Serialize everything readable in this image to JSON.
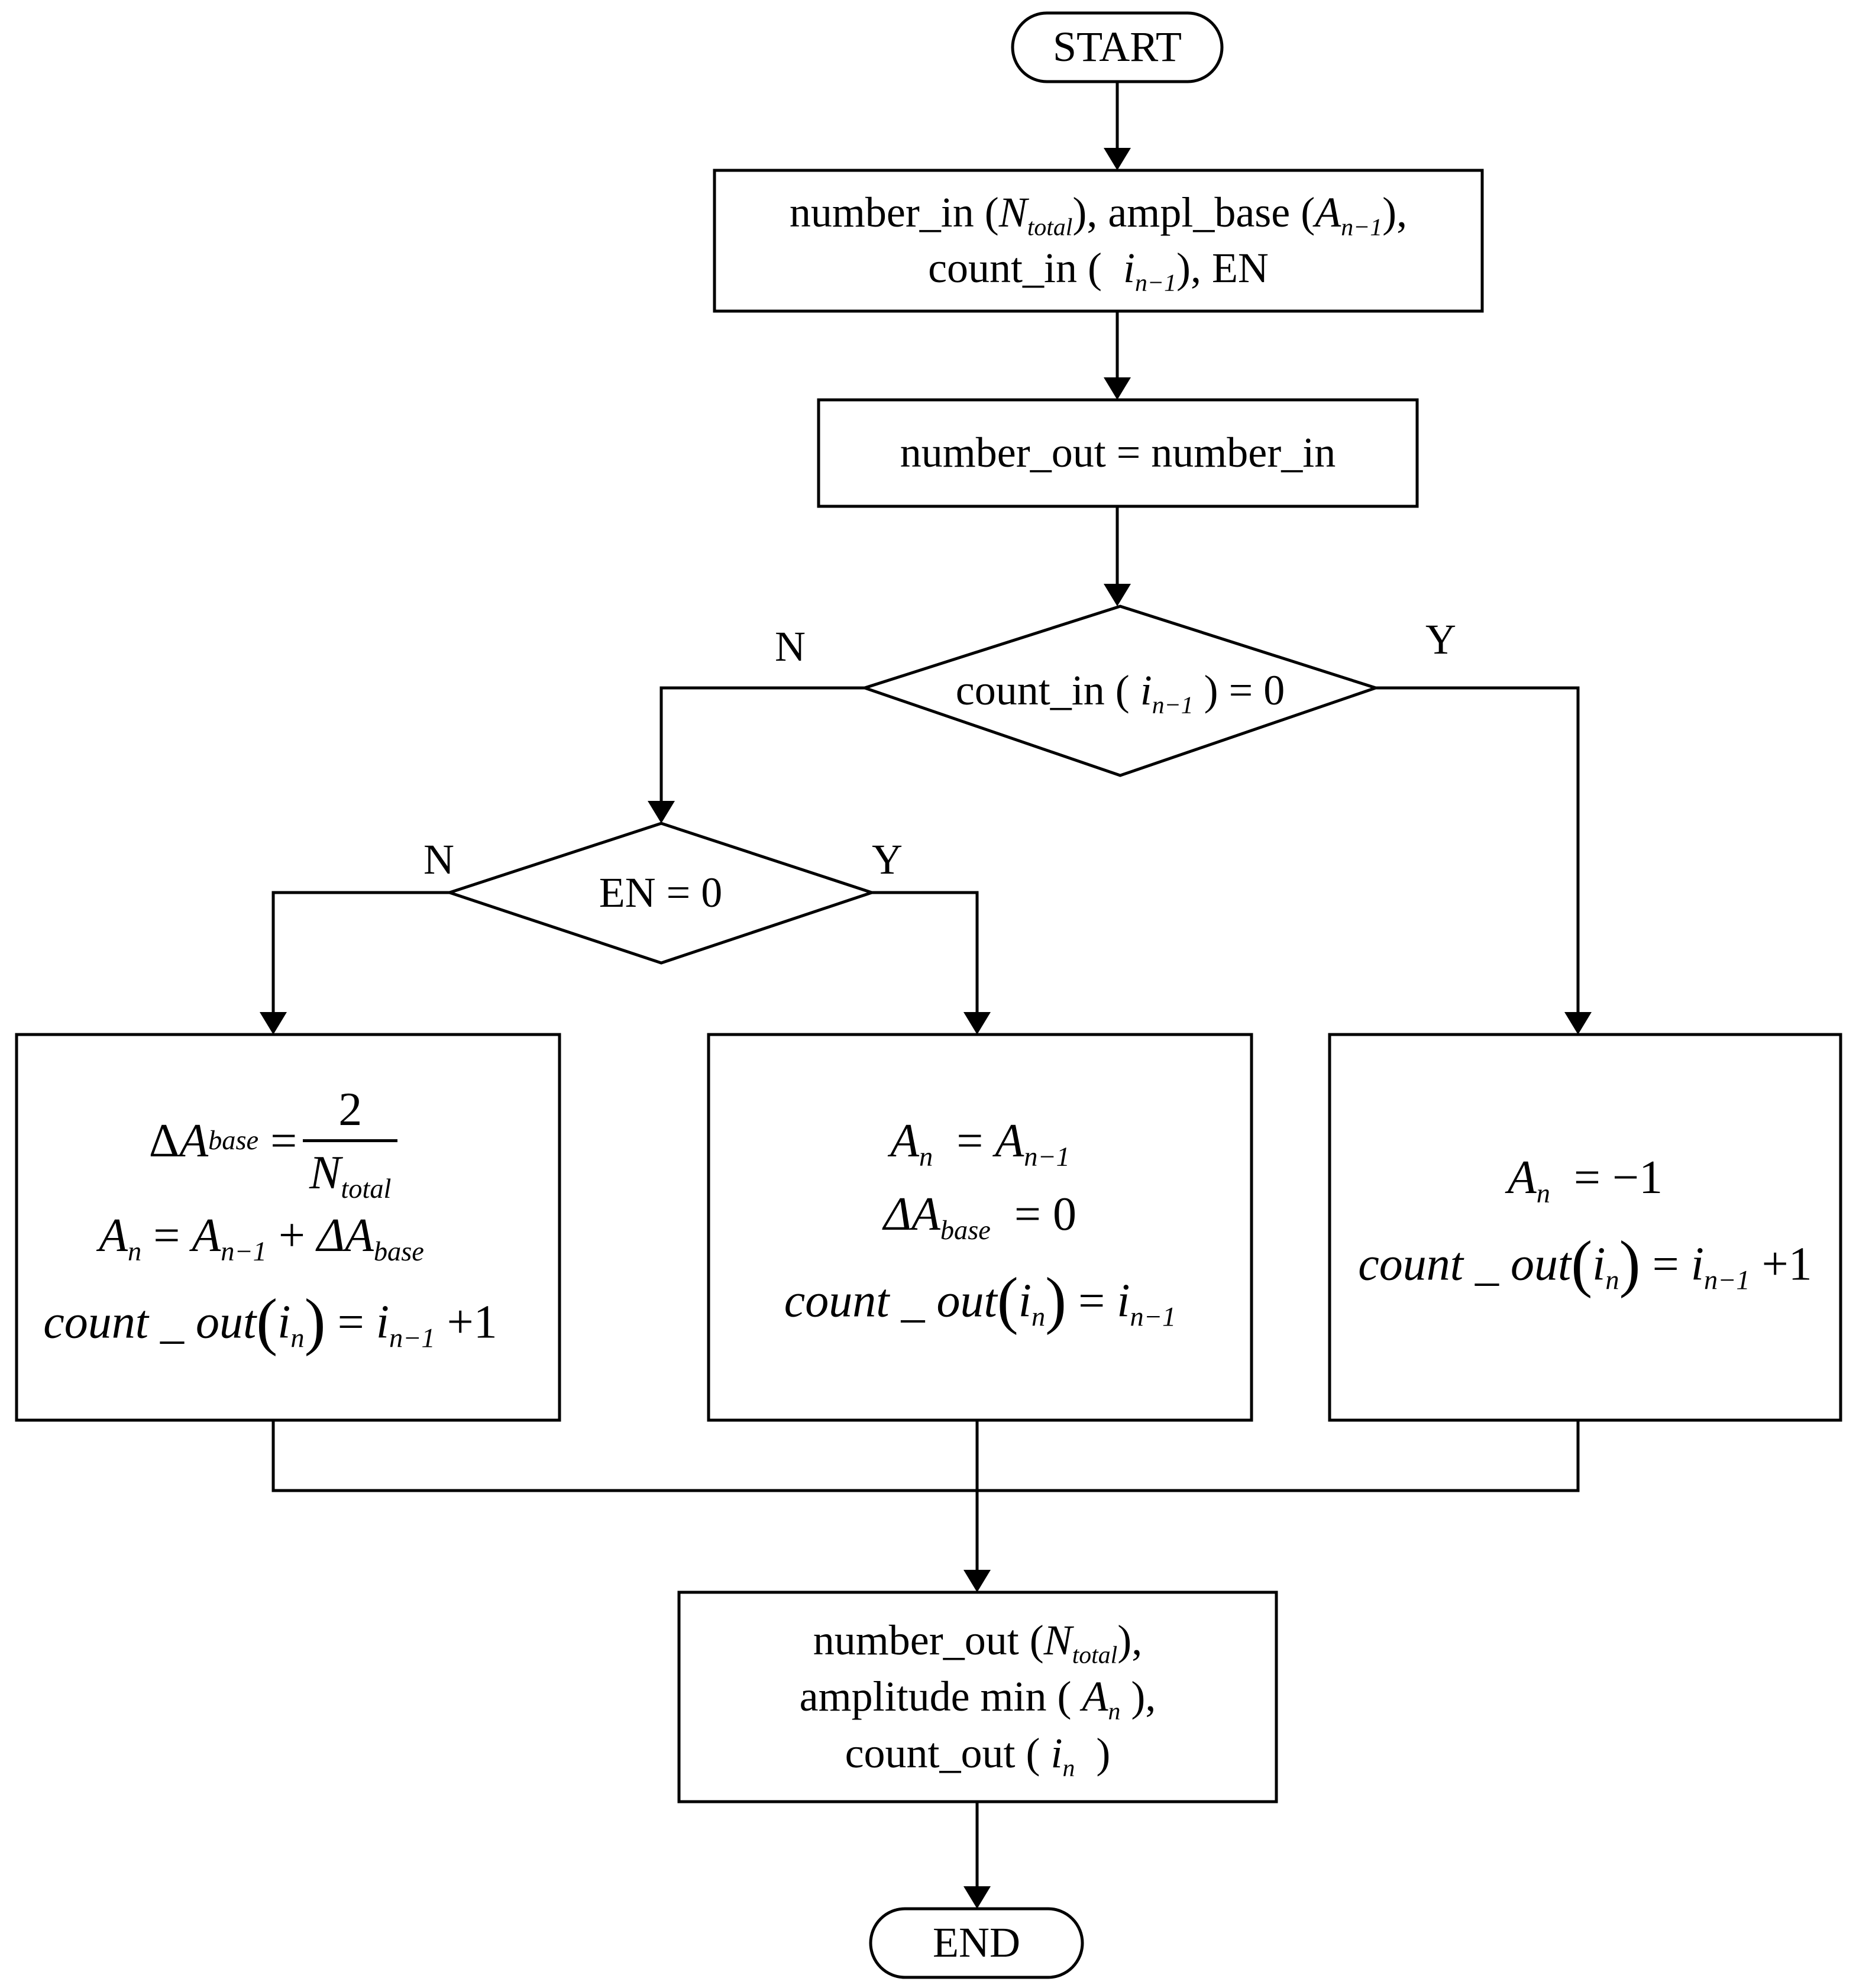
{
  "start": {
    "label": "START"
  },
  "input_box": {
    "line1": {
      "t1": "number_in (",
      "v1": "N",
      "v1sub": "total",
      "t2": "), ampl_base (",
      "v2": "A",
      "v2sub": "n−1",
      "t3": "),"
    },
    "line2": {
      "t1": "count_in (",
      "v1": "i",
      "v1sub": "n−1",
      "t2": "), EN"
    }
  },
  "assign_box": {
    "label": "number_out = number_in"
  },
  "decision1": {
    "t1": "count_in (",
    "v": "i",
    "vsub": "n−1",
    "t2": ") = 0",
    "no_label": "N",
    "yes_label": "Y"
  },
  "decision2": {
    "label": "EN = 0",
    "no_label": "N",
    "yes_label": "Y"
  },
  "box_left": {
    "delta": "Δ",
    "A": "A",
    "base": "base",
    "eq": "=",
    "num": "2",
    "N": "N",
    "total": "total",
    "l2_An": "A",
    "l2_n": "n",
    "l2_eq": "=",
    "l2_A": "A",
    "l2_n1": "n−1",
    "l2_plus": "+",
    "l2_delta": "ΔA",
    "l2_base": "base",
    "l3_fn": "count _ out",
    "l3_i": "i",
    "l3_n": "n",
    "l3_eq": "=",
    "l3_i2": "i",
    "l3_n1": "n−1",
    "l3_tail": "+1"
  },
  "box_mid": {
    "l1_A": "A",
    "l1_n": "n",
    "l1_eq": "=",
    "l1_A2": "A",
    "l1_n1": "n−1",
    "l2_delta": "ΔA",
    "l2_base": "base",
    "l2_eq": "= 0",
    "l3_fn": "count _ out",
    "l3_i": "i",
    "l3_n": "n",
    "l3_eq": "=",
    "l3_i2": "i",
    "l3_n1": "n−1"
  },
  "box_right": {
    "l1_A": "A",
    "l1_n": "n",
    "l1_eq": "= −1",
    "l2_fn": "count _ out",
    "l2_i": "i",
    "l2_n": "n",
    "l2_eq": "=",
    "l2_i2": "i",
    "l2_n1": "n−1",
    "l2_tail": "+1"
  },
  "output_box": {
    "line1": {
      "t1": "number_out (",
      "v": "N",
      "vsub": "total",
      "t2": "),"
    },
    "line2": {
      "t1": "amplitude min (",
      "v": "A",
      "vsub": "n",
      "t2": "),"
    },
    "line3": {
      "t1": "count_out (",
      "v": "i",
      "vsub": "n",
      "t2": ")"
    }
  },
  "end": {
    "label": "END"
  }
}
